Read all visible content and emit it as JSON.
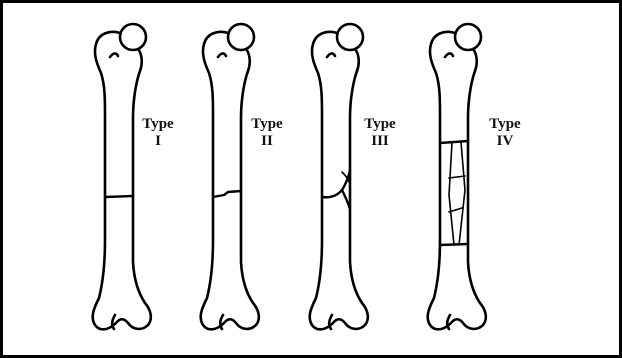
{
  "frame": {
    "border_color": "#000000",
    "background": "#ffffff"
  },
  "types": [
    {
      "word": "Type",
      "numeral": "I"
    },
    {
      "word": "Type",
      "numeral": "II"
    },
    {
      "word": "Type",
      "numeral": "III"
    },
    {
      "word": "Type",
      "numeral": "IV"
    }
  ]
}
